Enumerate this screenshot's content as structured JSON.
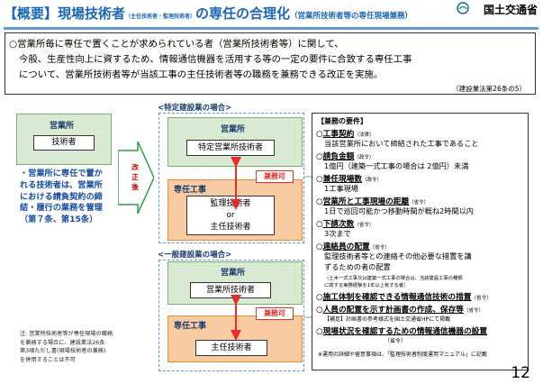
{
  "header": {
    "title_main": "【概要】現場技術者",
    "title_small": "（主任技術者・監理技術者）",
    "title_tail": "の専任の合理化",
    "title_paren": "（営業所技術者等の専任現場兼務）",
    "ministry": "国土交通省"
  },
  "intro": {
    "line1": "○営業所毎に専任で置くことが求められている者（営業所技術者等）に関して、",
    "line2": "今般、生産性向上に資するため、情報通信機器を活用する等の一定の要件に合致する専任工事",
    "line3": "について、営業所技術者等が当該工事の主任技術者等の職務を兼務できる改正を実施。",
    "citation": "（建設業法第26条の5）"
  },
  "left": {
    "office_label": "営業所",
    "engineer_label": "技術者",
    "desc_lines": [
      "・営業所に専任で置か",
      "れる技術者は、営業所",
      "における請負契約の締",
      "結・履行の業務を管理",
      "（第７条、第15条）"
    ],
    "arrow_text": [
      "改",
      "正",
      "後"
    ],
    "note_lines": [
      "注: 営業所技術者等が専任現場の職務",
      "を兼務する場合に、建設業法26条",
      "第3項ただし書(現場技術者の兼務)",
      "を併用することは不可"
    ]
  },
  "specific": {
    "heading": "<特定建設業の場合>",
    "office_label": "営業所",
    "engineer_box": "特定営業所技術者",
    "kamu": "兼務可",
    "site_label": "専任工事",
    "site_box_lines": [
      "監理技術者",
      "or",
      "主任技術者"
    ]
  },
  "general": {
    "heading": "<一般建設業の場合>",
    "office_label": "営業所",
    "engineer_box": "営業所技術者",
    "kamu": "兼務可",
    "site_label": "専任工事",
    "site_box": "主任技術者"
  },
  "requirements": {
    "title": "【兼務の要件】",
    "items": [
      {
        "head_pre": "○",
        "head_u": "工事契約",
        "head_sm": "（法律）",
        "details": [
          "当該営業所において締結された工事であること"
        ]
      },
      {
        "head_pre": "○",
        "head_u": "請負金額",
        "head_sm": "（政令）",
        "details": [
          "1億円（建築一式工事の場合は 2億円）未満"
        ]
      },
      {
        "head_pre": "○",
        "head_u": "兼任現場数",
        "head_sm": "（政令）",
        "details": [
          "1工事現場"
        ]
      },
      {
        "head_pre": "○",
        "head_u": "営業所と工事現場の距離",
        "head_sm": "（省令）",
        "details": [
          "1日で巡回可能かつ移動時間が概ね2時間以内"
        ]
      },
      {
        "head_pre": "○",
        "head_u": "下請次数",
        "head_sm": "（省令）",
        "details": [
          "3次まで"
        ]
      },
      {
        "head_pre": "○",
        "head_u": "連絡員の配置",
        "head_sm": "（省令）",
        "details": [
          "監理技術者等との連絡その他必要な措置を講",
          "ずるための者の配置"
        ],
        "small": [
          "（土木一式工事又は建築一式工事の場合は、当該建設工事の種類",
          "に関する実務経験を1年以上有する者）"
        ]
      },
      {
        "head_pre": "○",
        "head_u": "施工体制を確認できる情報通信技術の措置",
        "head_sm": "（省令）",
        "details": []
      },
      {
        "head_pre": "○",
        "head_u": "人員の配置を示す計画書の作成、保存等",
        "head_sm": "（省令）",
        "details": [],
        "small": [
          "【補足】計画書の参考様式を国土交通省HPにて掲載"
        ]
      },
      {
        "head_pre": "○",
        "head_u": "現場状況を確認するための情報通信機器の設置",
        "head_sm": "",
        "details": [
          "（省令）"
        ]
      }
    ],
    "footnote": "※運用の詳細や留意事項は、「監理技術者制度運用マニュアル」に記載"
  },
  "page_number": "12",
  "colors": {
    "title_blue": "#1a66b3",
    "green_fill": "#d9ead3",
    "orange_fill": "#f9cba3",
    "red": "#e0302a",
    "dash_blue": "#5b9bd5"
  }
}
